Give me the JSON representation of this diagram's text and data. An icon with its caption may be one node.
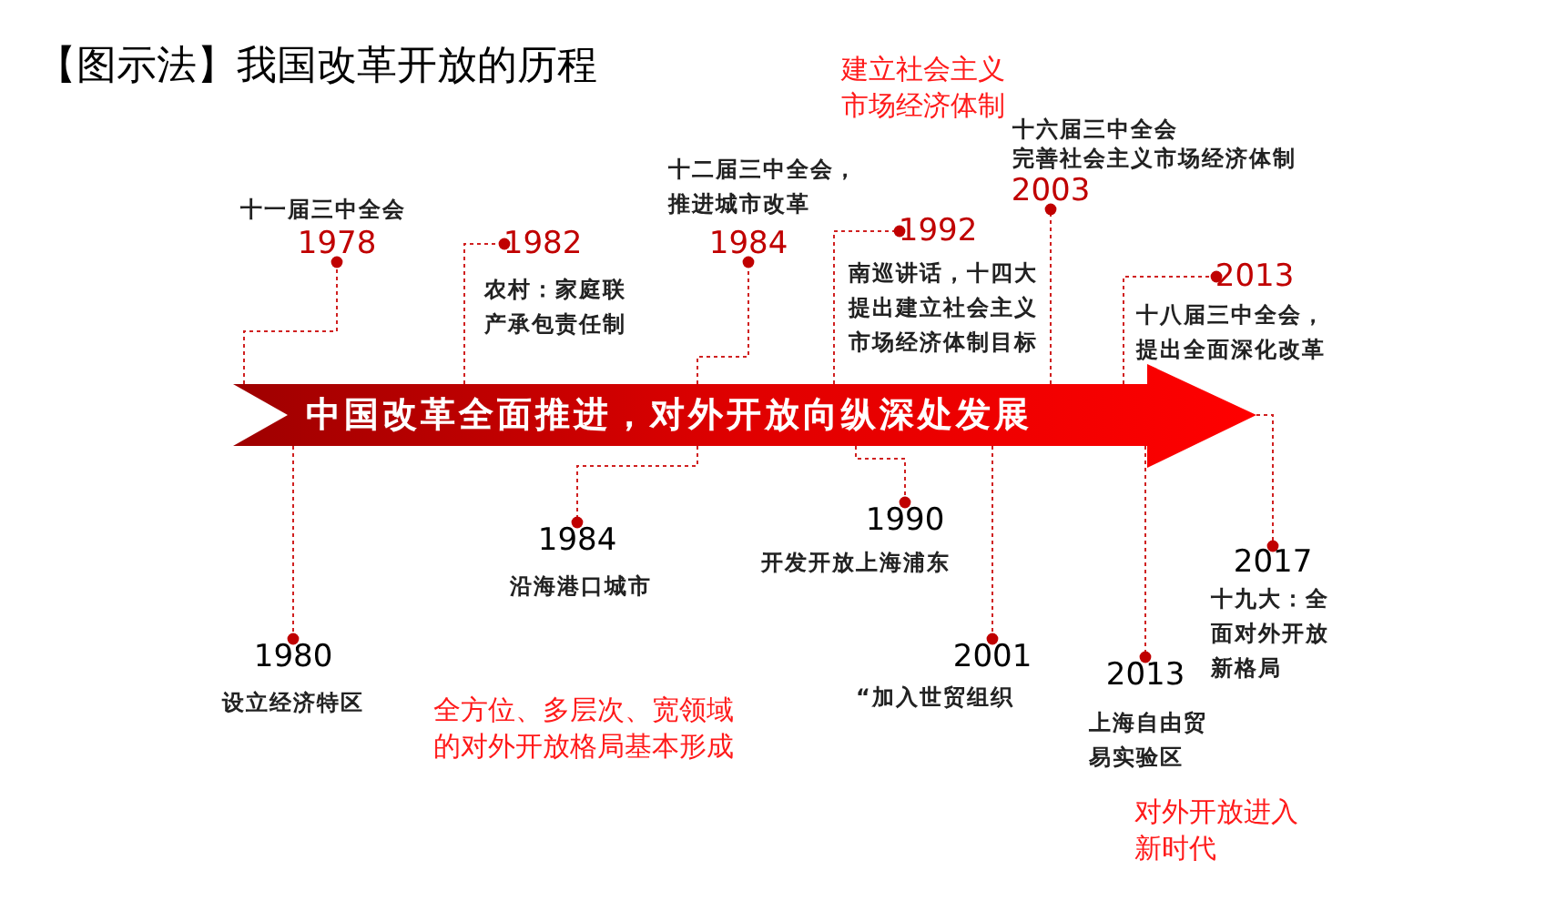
{
  "diagram": {
    "title": "【图示法】我国改革开放的历程",
    "nodes": [
      {
        "text": [
          "中国改革全面推进，对外开放向纵深处发展"
        ]
      },
      {
        "text": [
          "1978"
        ],
        "beside": [
          "十一届三中全会"
        ]
      },
      {
        "text": [
          "1980"
        ],
        "beside": [
          "设立经济特区"
        ]
      },
      {
        "text": [
          "1982"
        ],
        "beside": [
          "农村：家庭联产承包责任制"
        ]
      },
      {
        "text": [
          "1984"
        ],
        "beside": [
          "十二届三中全会，推进城市改革"
        ]
      },
      {
        "text": [
          "1984"
        ],
        "beside": [
          "沿海港口城市"
        ]
      },
      {
        "text": [
          "1990"
        ],
        "beside": [
          "开发开放上海浦东"
        ]
      },
      {
        "text": [
          "1992"
        ],
        "beside": [
          "南巡讲话，十四大提出建立社会主义市场经济体制目标"
        ]
      },
      {
        "text": [
          "2001"
        ],
        "beside": [
          "“加入世贸组织"
        ]
      },
      {
        "text": [
          "2003"
        ],
        "beside": [
          "十六届三中全会",
          "完善社会主义市场经济体制"
        ]
      },
      {
        "text": [
          "2013"
        ],
        "beside": [
          "十八届三中全会，提出全面深化改革"
        ]
      },
      {
        "text": [
          "2013"
        ],
        "beside": [
          "上海自由贸易实验区"
        ]
      },
      {
        "text": [
          "2017"
        ],
        "beside": [
          "十九大：全面对外开放新格局"
        ]
      }
    ],
    "edges": [
      {
        "from": 0,
        "to": 1,
        "arrow": "other",
        "style": "dashed"
      },
      {
        "from": 0,
        "to": 2,
        "arrow": "other",
        "style": "dashed"
      },
      {
        "from": 0,
        "to": 3,
        "arrow": "other",
        "style": "dashed"
      },
      {
        "from": 0,
        "to": 4,
        "arrow": "other",
        "style": "dashed"
      },
      {
        "from": 0,
        "to": 5,
        "arrow": "other",
        "style": "dashed"
      },
      {
        "from": 0,
        "to": 6,
        "arrow": "other",
        "style": "dashed"
      },
      {
        "from": 0,
        "to": 7,
        "arrow": "other",
        "style": "dashed"
      },
      {
        "from": 0,
        "to": 8,
        "arrow": "other",
        "style": "dashed"
      },
      {
        "from": 0,
        "to": 9,
        "arrow": "other",
        "style": "dashed"
      },
      {
        "from": 0,
        "to": 10,
        "arrow": "other",
        "style": "dashed"
      },
      {
        "from": 0,
        "to": 11,
        "arrow": "other",
        "style": "dashed"
      },
      {
        "from": 0,
        "to": 12,
        "arrow": "other",
        "style": "dashed"
      }
    ],
    "labels": [
      "建立社会主义市场经济体制",
      "全方位、多层次、宽领域的对外开放格局基本形成",
      "对外开放进入新时代"
    ]
  }
}
